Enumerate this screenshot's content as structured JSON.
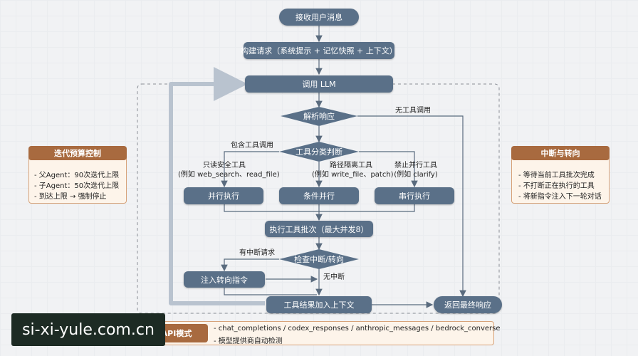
{
  "nodes": {
    "receive": "接收用户消息",
    "build": "构建请求（系统提示 + 记忆快照 + 上下文）",
    "call_llm": "调用 LLM",
    "parse": "解析响应",
    "classify": "工具分类判断",
    "parallel": "并行执行",
    "conditional": "条件并行",
    "serial": "串行执行",
    "batch": "执行工具批次（最大并发8）",
    "check_interrupt": "检查中断/转向",
    "inject": "注入转向指令",
    "append_result": "工具结果加入上下文",
    "final": "返回最终响应"
  },
  "edge_labels": {
    "no_tool": "无工具调用",
    "has_tool": "包含工具调用",
    "readonly_line1": "只读安全工具",
    "readonly_line2": "(例如 web_search、read_file)",
    "path_line1": "路径隔离工具",
    "path_line2": "(例如 write_file、patch)",
    "noparallel_line1": "禁止并行工具",
    "noparallel_line2": "(例如 clarify)",
    "has_interrupt": "有中断请求",
    "no_interrupt": "无中断"
  },
  "left_panel": {
    "title": "迭代预算控制",
    "items": [
      "- 父Agent：90次迭代上限",
      "- 子Agent：50次迭代上限",
      "- 到达上限 → 强制停止"
    ]
  },
  "right_panel": {
    "title": "中断与转向",
    "items": [
      "- 等待当前工具批次完成",
      "- 不打断正在执行的工具",
      "- 将新指令注入下一轮对话"
    ]
  },
  "bottom_panel": {
    "title": "API模式",
    "items": [
      "- chat_completions / codex_responses / anthropic_messages / bedrock_converse",
      "- 模型提供商自动检测"
    ]
  },
  "watermark": "si-xi-yule.com.cn",
  "colors": {
    "node": "#5a7088",
    "accent": "#a86a3f",
    "panel_bg": "#fdf4ea"
  }
}
